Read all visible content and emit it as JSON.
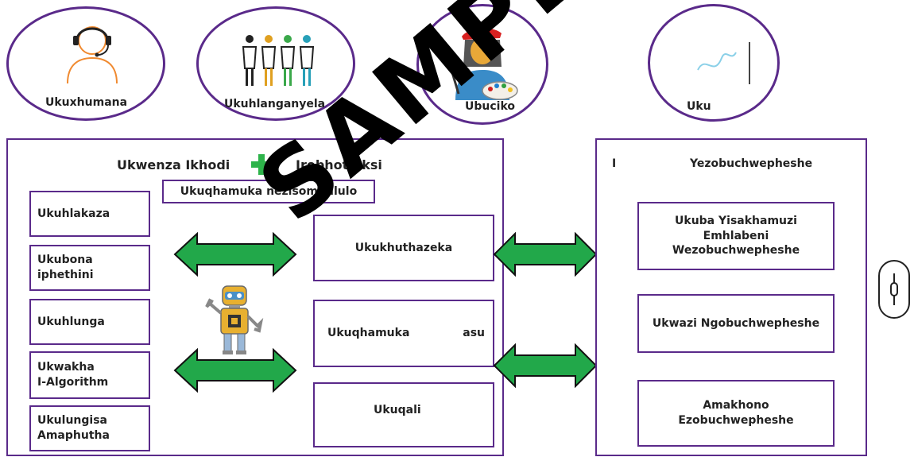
{
  "top_icons": [
    {
      "label": "Ukuxhumana",
      "icon": "headset-person-icon"
    },
    {
      "label": "Ukuhlanganyela",
      "icon": "group-of-people-icon"
    },
    {
      "label": "Ubuciko",
      "icon": "artist-with-palette-icon"
    },
    {
      "label": "Uku",
      "icon": "network-icon"
    }
  ],
  "left_panel": {
    "title_left": "Ukwenza Ikhodi",
    "title_right": "Irobhothiksi",
    "subtitle": "Ukuqhamuka nezisombululo",
    "skills": [
      "Ukuhlakaza",
      "Ukubona\niphethini",
      "Ukuhlunga",
      "Ukwakha\nI-Algorithm",
      "Ukulungisa\nAmaphutha"
    ],
    "outcomes": [
      "Ukukhuthazeka",
      "Ukuqhamuka",
      "asu",
      "Ukuqali"
    ]
  },
  "right_panel": {
    "title_prefix": "I",
    "title_suffix": "Yezobuchwepheshe",
    "items": [
      "Ukuba Yisakhamuzi\nEmhlabeni\nWezobuchwepheshe",
      "Ukwazi Ngobuchwepheshe",
      "Amakhono\nEzobuchwepheshe"
    ]
  },
  "watermark": "SAMPLE PAGE",
  "colors": {
    "border": "#5a2a8a",
    "arrow": "#22a84a",
    "plus": "#2db34a"
  }
}
